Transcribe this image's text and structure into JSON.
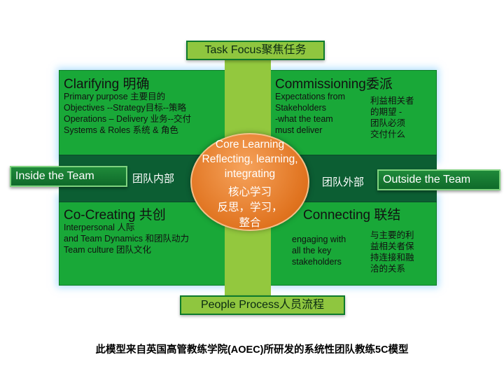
{
  "top_pill": "Task Focus聚焦任务",
  "bottom_pill": "People Process人员流程",
  "left_pill": "Inside the Team",
  "right_pill": "Outside the Team",
  "band_left": "团队内部",
  "band_right": "团队外部",
  "quadrants": {
    "clarifying": {
      "title": "Clarifying 明确",
      "lines": [
        "Primary purpose 主要目的",
        "Objectives --Strategy目标--策略",
        "Operations – Delivery 业务--交付",
        "Systems & Roles 系统 & 角色"
      ]
    },
    "commissioning": {
      "title": "Commissioning委派",
      "en": [
        "Expectations from",
        "Stakeholders",
        "-what the team",
        " must deliver"
      ],
      "zh": [
        "利益相关者",
        "的期望 -",
        "团队必须",
        "交付什么"
      ]
    },
    "cocreating": {
      "title": "Co-Creating 共创",
      "lines": [
        "Interpersonal 人际",
        "and Team Dynamics 和团队动力",
        "Team culture 团队文化"
      ]
    },
    "connecting": {
      "title": "Connecting 联结",
      "en": [
        "engaging with",
        "all the key",
        "stakeholders"
      ],
      "zh": [
        "与主要的利",
        "益相关者保",
        "持连接和融",
        "洽的关系"
      ]
    }
  },
  "core": [
    "Core Learning",
    "Reflecting, learning,",
    "integrating",
    "核心学习",
    "反思，学习，",
    "整合"
  ],
  "caption": "此模型来自英国高管教练学院(AOEC)所研发的系统性团队教练5C模型"
}
